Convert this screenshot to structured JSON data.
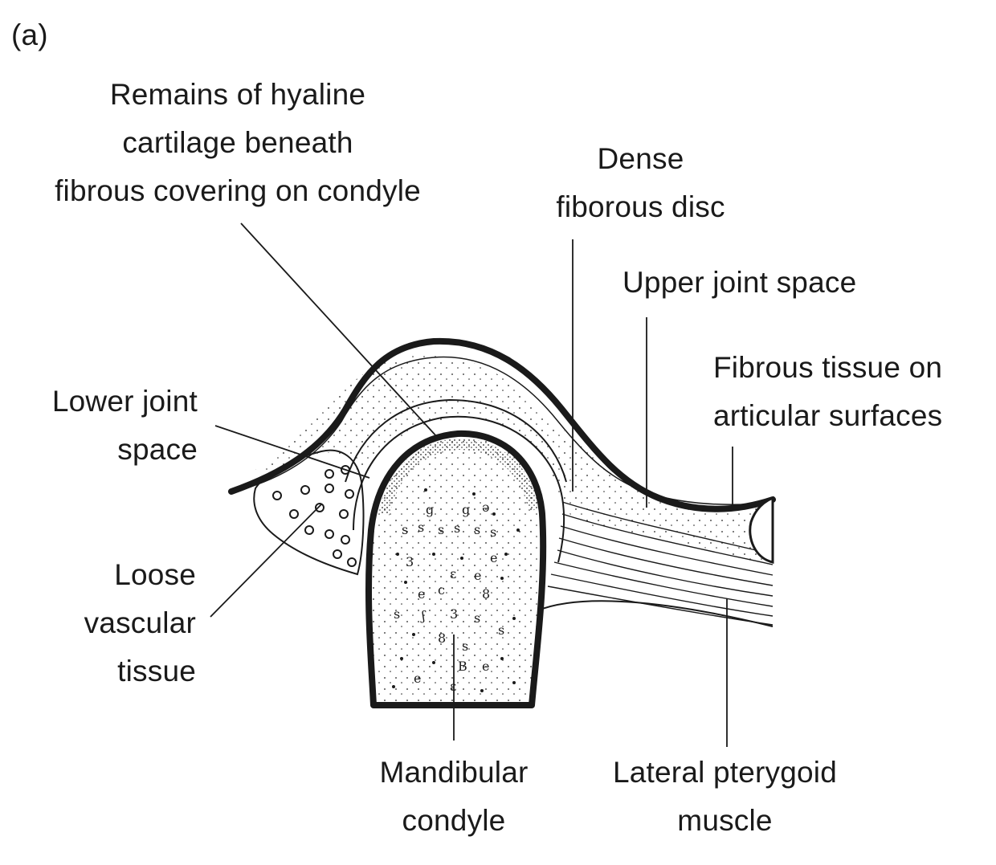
{
  "figure_tag": "(a)",
  "labels": {
    "hyaline": [
      "Remains of hyaline",
      "cartilage beneath",
      "fibrous covering on condyle"
    ],
    "disc": [
      "Dense",
      "fiborous disc"
    ],
    "upper_space": [
      "Upper joint space"
    ],
    "fibrous_tissue": [
      "Fibrous tissue on",
      "articular surfaces"
    ],
    "lower_space": [
      "Lower joint",
      "space"
    ],
    "loose_tissue": [
      "Loose",
      "vascular",
      "tissue"
    ],
    "condyle": [
      "Mandibular",
      "condyle"
    ],
    "pterygoid": [
      "Lateral pterygoid",
      "muscle"
    ]
  },
  "colors": {
    "ink": "#1a1a1a",
    "background": "#ffffff"
  }
}
